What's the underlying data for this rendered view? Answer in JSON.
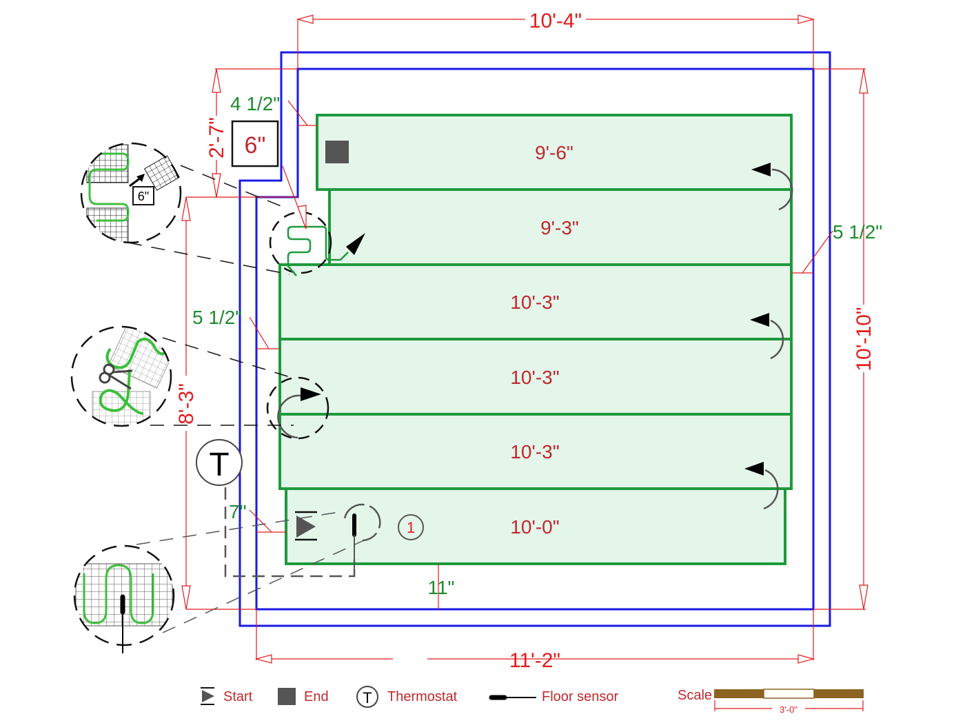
{
  "title": "Floor heating mat layout plan",
  "colors": {
    "wall": "#1a1ae6",
    "mat_fill": "#e4f5ea",
    "mat_outline": "#1e9a3c",
    "dimension": "#e31b1b",
    "clearance": "#1f8a2e",
    "row_label": "#c0282d",
    "scale_bar": "#8a6420",
    "symbol": "#555555"
  },
  "dimensions": {
    "top_width": "10'-4\"",
    "bottom_width": "11'-2\"",
    "right_height": "10'-10\"",
    "left_upper_height": "2'-7\"",
    "left_lower_height": "8'-3\"",
    "notch_box": "6\""
  },
  "clearances": {
    "top_left": "4 1/2\"",
    "right": "5 1/2\"",
    "left": "5 1/2\"",
    "start_side": "7\"",
    "bottom": "11\""
  },
  "mat_rows": [
    {
      "label": "9'-6\"",
      "marker": "end"
    },
    {
      "label": "9'-3\"",
      "marker": ""
    },
    {
      "label": "10'-3\"",
      "marker": ""
    },
    {
      "label": "10'-3\"",
      "marker": ""
    },
    {
      "label": "10'-3\"",
      "marker": ""
    },
    {
      "label": "10'-0\"",
      "marker": "start"
    }
  ],
  "mat_number": "1",
  "thermostat_symbol": "T",
  "insets": {
    "notch_cut_label": "6\"",
    "notch": "Cut mesh to fit notch",
    "turn": "Cut mesh and turn mat",
    "sensor": "Floor sensor between cable runs"
  },
  "legend": [
    {
      "icon": "start-icon",
      "label": "Start"
    },
    {
      "icon": "end-icon",
      "label": "End"
    },
    {
      "icon": "thermostat-icon",
      "label": "Thermostat"
    },
    {
      "icon": "floor-sensor-icon",
      "label": "Floor sensor"
    }
  ],
  "scale": {
    "label": "Scale",
    "length": "3'-0\""
  }
}
